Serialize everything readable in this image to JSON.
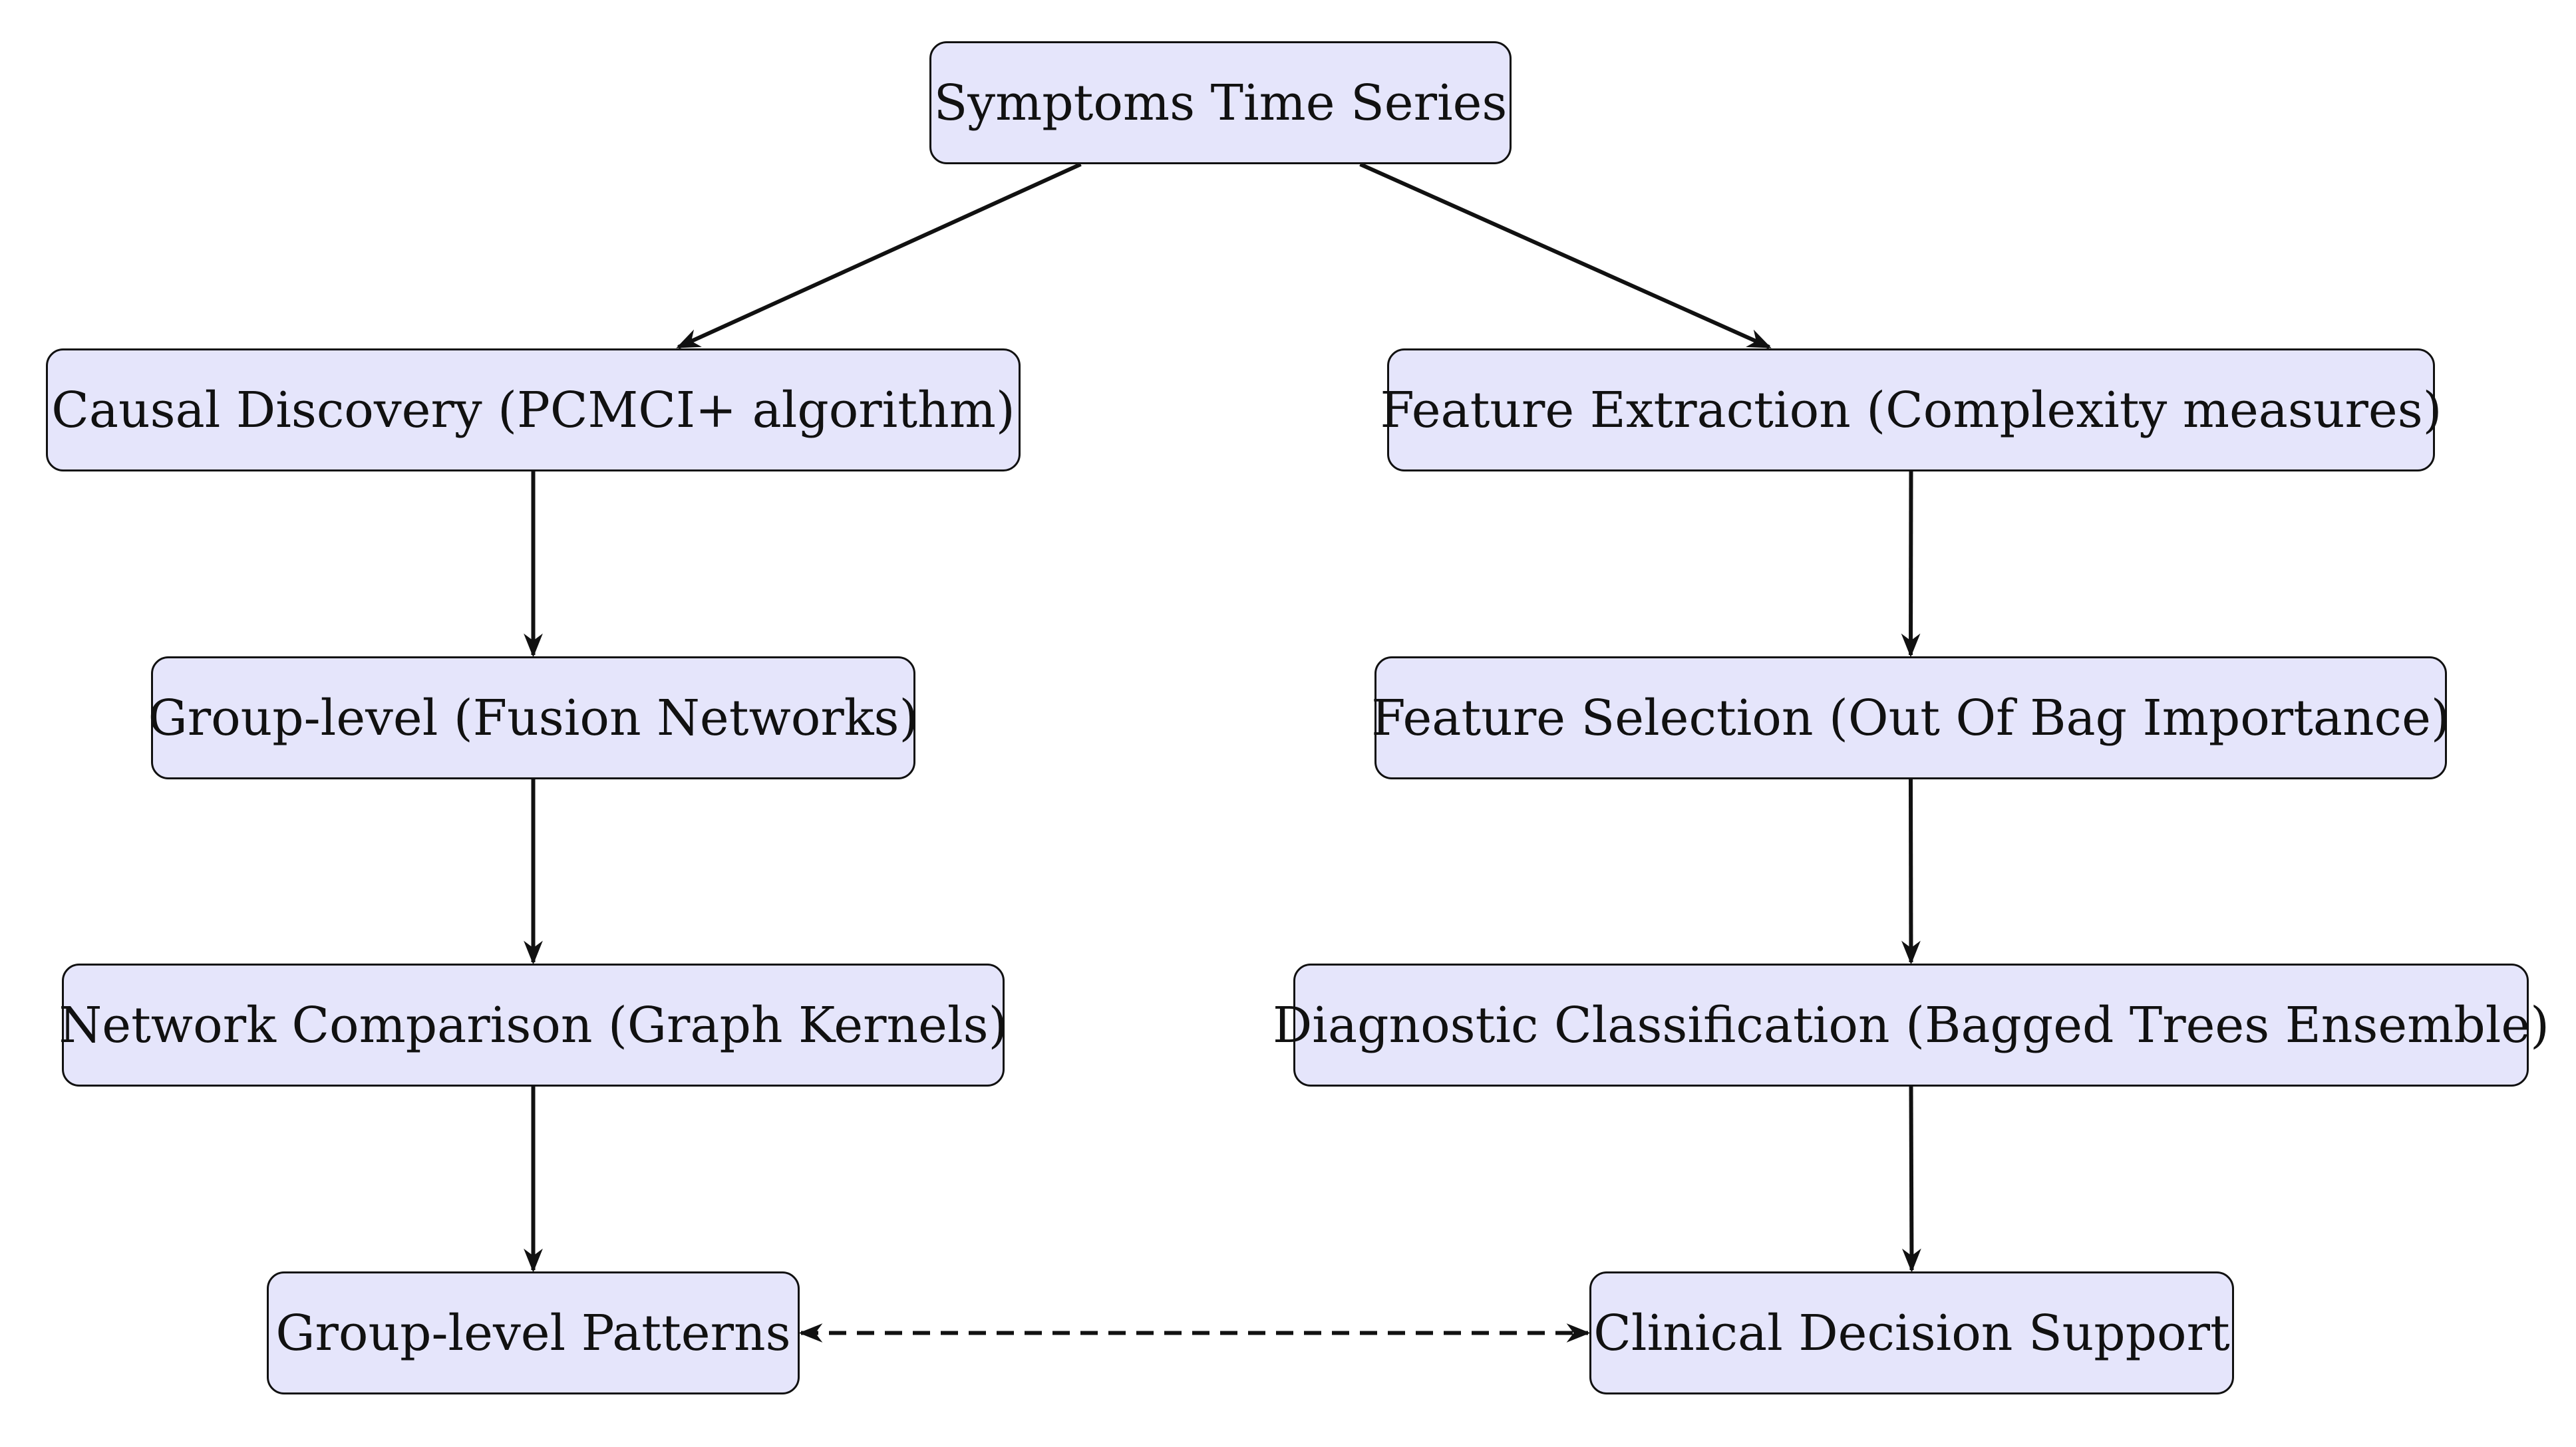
{
  "diagram": {
    "nodes": {
      "symptoms": "Symptoms Time Series",
      "causal": "Causal Discovery (PCMCI+ algorithm)",
      "group_fusion": "Group-level (Fusion Networks)",
      "network_comparison": "Network Comparison (Graph Kernels)",
      "group_patterns": "Group-level Patterns",
      "feature_extraction": "Feature Extraction (Complexity measures)",
      "feature_selection": "Feature Selection (Out Of Bag Importance)",
      "diagnostic": "Diagnostic Classification (Bagged Trees Ensemble)",
      "clinical": "Clinical Decision Support"
    },
    "edges": [
      {
        "from": "symptoms",
        "to": "causal",
        "style": "solid"
      },
      {
        "from": "symptoms",
        "to": "feature_extraction",
        "style": "solid"
      },
      {
        "from": "causal",
        "to": "group_fusion",
        "style": "solid"
      },
      {
        "from": "group_fusion",
        "to": "network_comparison",
        "style": "solid"
      },
      {
        "from": "network_comparison",
        "to": "group_patterns",
        "style": "solid"
      },
      {
        "from": "feature_extraction",
        "to": "feature_selection",
        "style": "solid"
      },
      {
        "from": "feature_selection",
        "to": "diagnostic",
        "style": "solid"
      },
      {
        "from": "diagnostic",
        "to": "clinical",
        "style": "solid"
      },
      {
        "from": "group_patterns",
        "to": "clinical",
        "style": "dashed",
        "bidirectional": true
      }
    ],
    "colors": {
      "node_fill": "#e5e5fb",
      "node_border": "#111111",
      "edge": "#111111"
    }
  }
}
